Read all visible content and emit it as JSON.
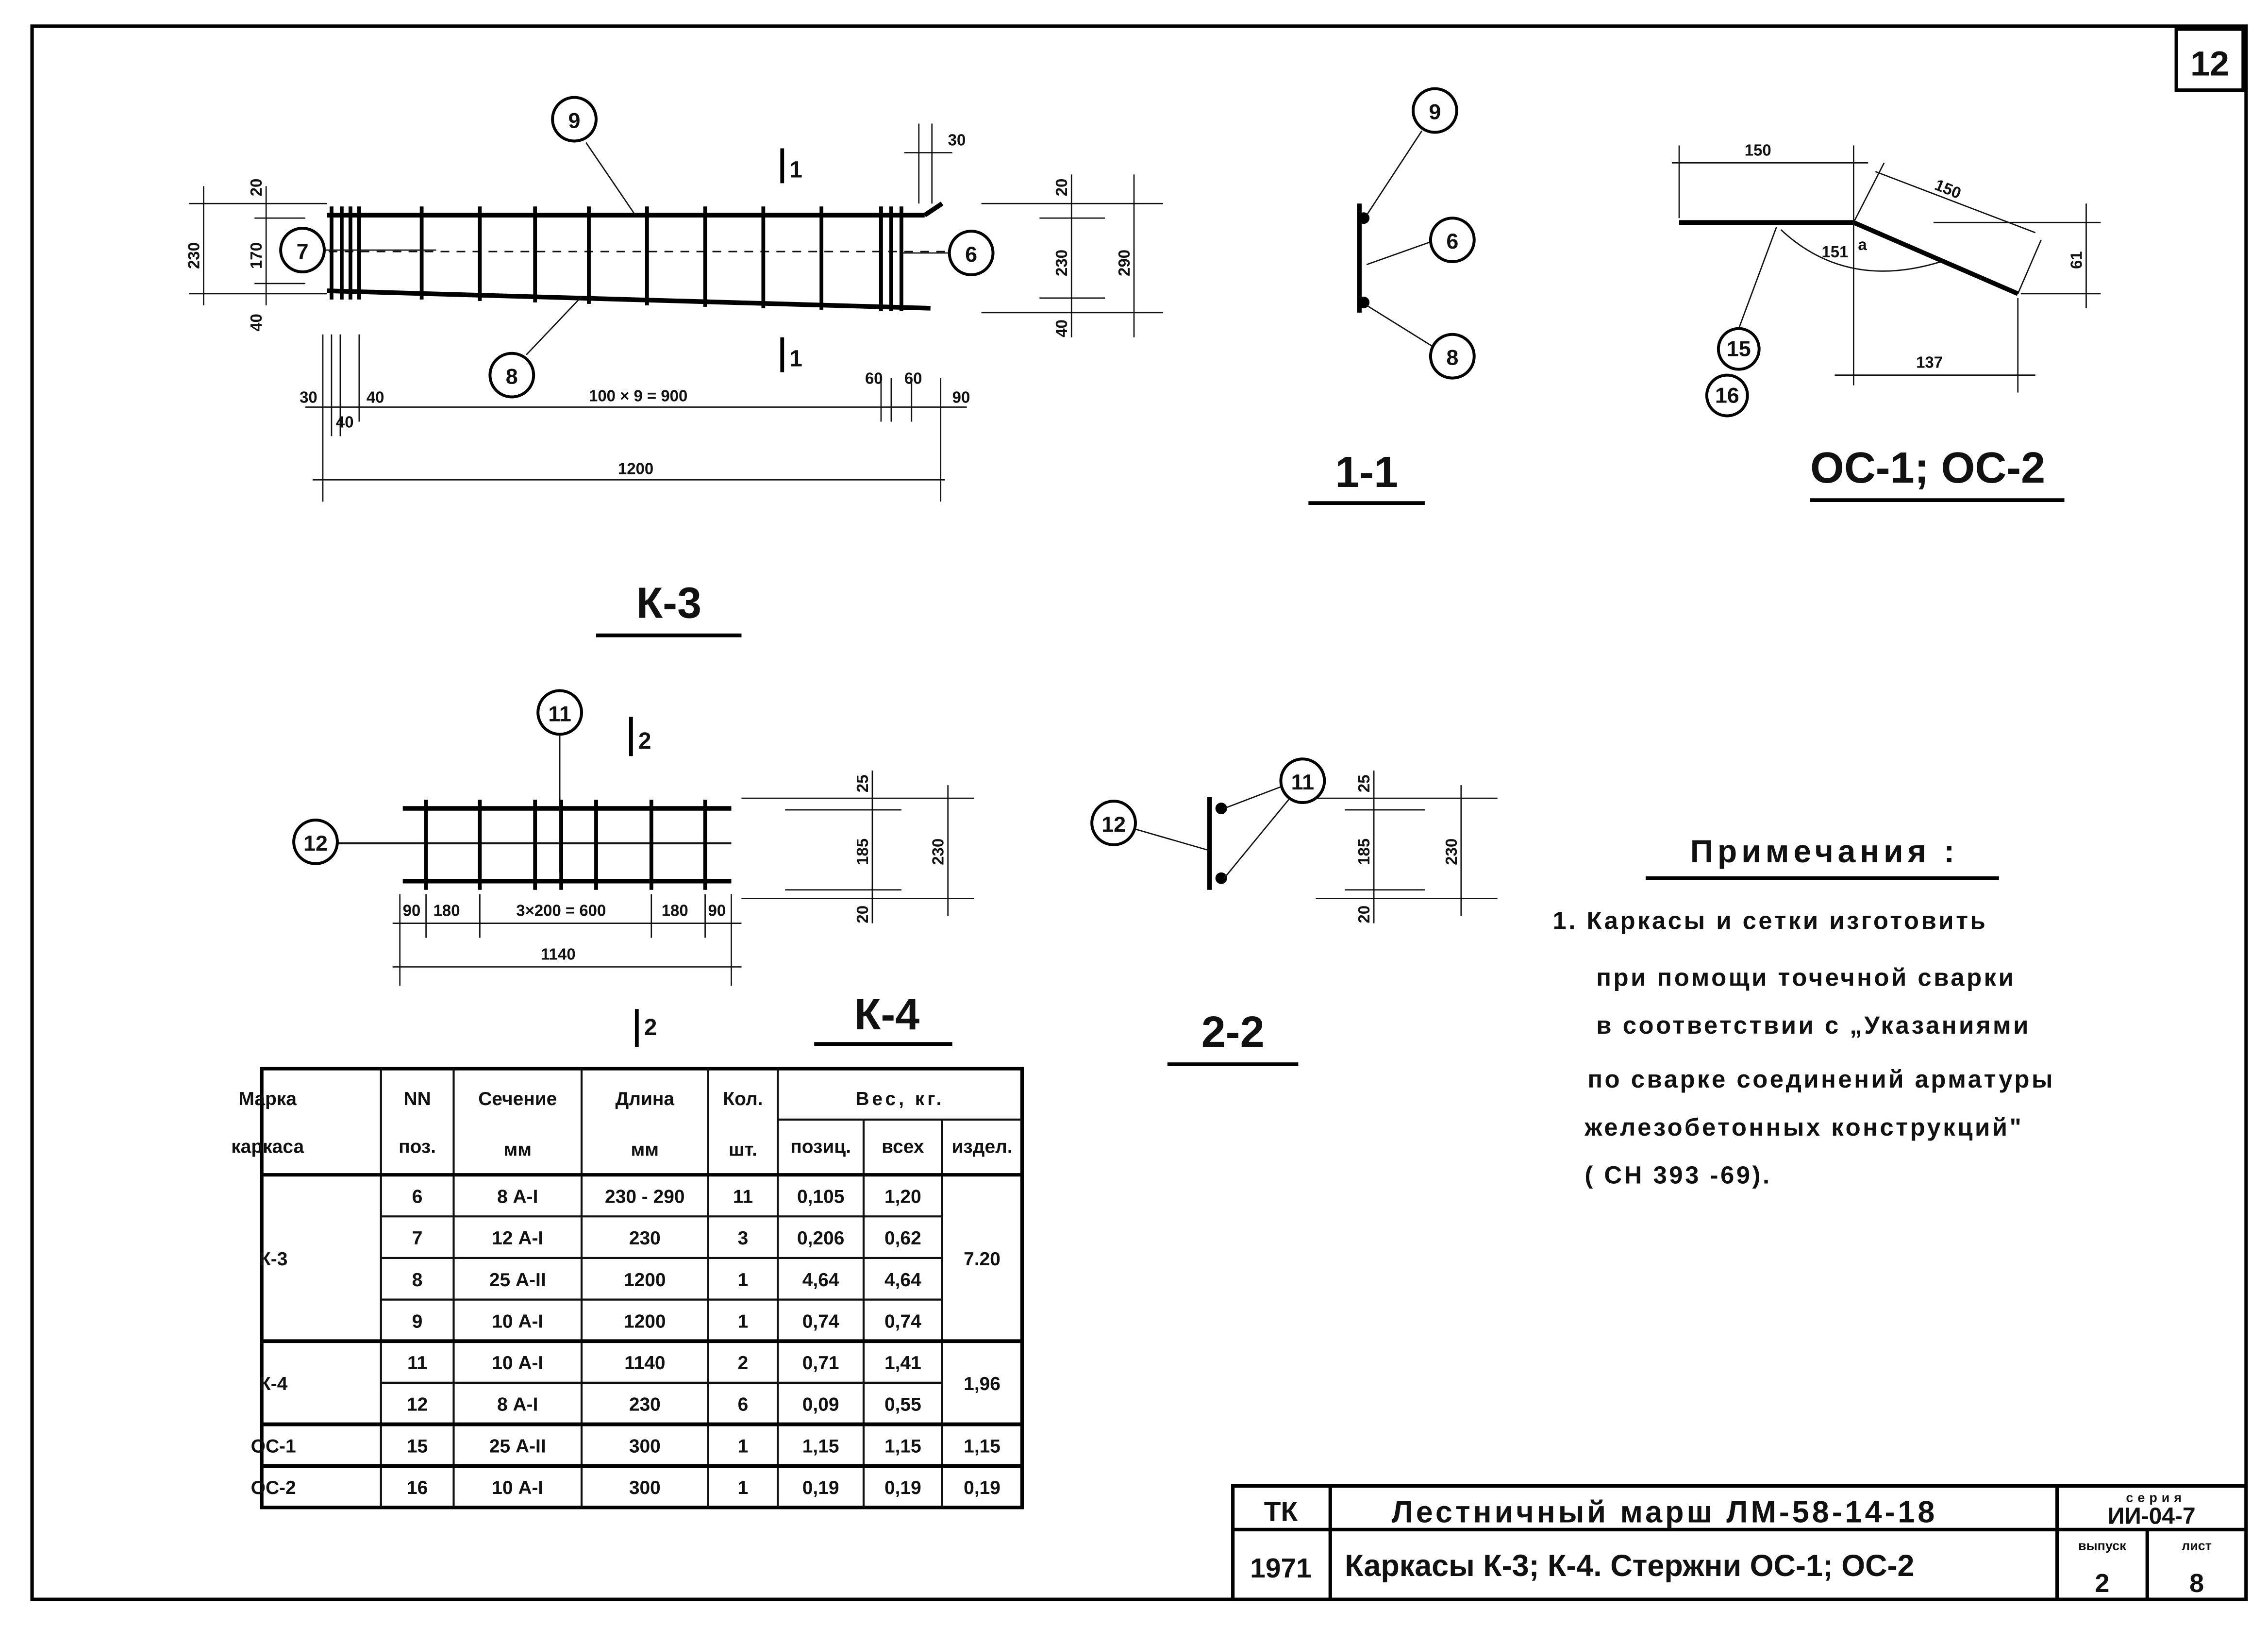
{
  "sheet_number": "12",
  "k3": {
    "title": "К-3",
    "bubbles": {
      "b9": "9",
      "b7": "7",
      "b6": "6",
      "b8": "8"
    },
    "section_mark": "1",
    "dims": {
      "d20": "20",
      "d230": "230",
      "d170": "170",
      "d40": "40",
      "d30top": "30",
      "d30": "30",
      "d40a": "40",
      "d40b": "40",
      "d900": "100 × 9 = 900",
      "d60a": "60",
      "d60b": "60",
      "d90": "90",
      "d1200": "1200",
      "r20": "20",
      "r230": "230",
      "r40": "40",
      "r290": "290"
    }
  },
  "sec11": {
    "title": "1-1",
    "bubbles": {
      "b9": "9",
      "b6": "6",
      "b8": "8"
    }
  },
  "oc": {
    "title": "ОС-1; ОС-2",
    "bubbles": {
      "b15": "15",
      "b16": "16"
    },
    "dims": {
      "d150a": "150",
      "d150b": "150",
      "d151": "151",
      "a": "a",
      "d61": "61",
      "d137": "137"
    }
  },
  "k4": {
    "title": "К-4",
    "section_mark": "2",
    "bubbles": {
      "b11": "11",
      "b12": "12"
    },
    "dims": {
      "d90a": "90",
      "d180a": "180",
      "d600": "3×200 = 600",
      "d180b": "180",
      "d90b": "90",
      "d1140": "1140",
      "r25": "25",
      "r185": "185",
      "r230": "230",
      "r20": "20"
    }
  },
  "sec22": {
    "title": "2-2",
    "bubbles": {
      "b12": "12",
      "b11": "11"
    },
    "dims": {
      "r25": "25",
      "r185": "185",
      "r230": "230",
      "r20": "20"
    }
  },
  "notes": {
    "title": "Примечания :",
    "lines": [
      "1. Каркасы и сетки изготовить",
      "при помощи точечной сварки",
      "в соответствии с „Указаниями",
      "по сварке соединений арматуры",
      "железобетонных конструкций\"",
      "( СН 393 -69)."
    ]
  },
  "table": {
    "headers": {
      "mark1": "Марка",
      "mark2": "каркаса",
      "pos1": "NN",
      "pos2": "поз.",
      "sec1": "Сечение",
      "sec2": "мм",
      "len1": "Длина",
      "len2": "мм",
      "qty1": "Кол.",
      "qty2": "шт.",
      "weight": "Вес, кг.",
      "w_pos": "позиц.",
      "w_all": "всех",
      "w_item": "издел."
    },
    "groups": [
      {
        "mark": "К-3",
        "item_weight": "7.20",
        "rows": [
          {
            "pos": "6",
            "section": "8 А-I",
            "length": "230 - 290",
            "qty": "11",
            "w_pos": "0,105",
            "w_all": "1,20"
          },
          {
            "pos": "7",
            "section": "12 А-I",
            "length": "230",
            "qty": "3",
            "w_pos": "0,206",
            "w_all": "0,62"
          },
          {
            "pos": "8",
            "section": "25 А-II",
            "length": "1200",
            "qty": "1",
            "w_pos": "4,64",
            "w_all": "4,64"
          },
          {
            "pos": "9",
            "section": "10 А-I",
            "length": "1200",
            "qty": "1",
            "w_pos": "0,74",
            "w_all": "0,74"
          }
        ]
      },
      {
        "mark": "К-4",
        "item_weight": "1,96",
        "rows": [
          {
            "pos": "11",
            "section": "10 А-I",
            "length": "1140",
            "qty": "2",
            "w_pos": "0,71",
            "w_all": "1,41"
          },
          {
            "pos": "12",
            "section": "8 А-I",
            "length": "230",
            "qty": "6",
            "w_pos": "0,09",
            "w_all": "0,55"
          }
        ]
      },
      {
        "mark": "ОС-1",
        "item_weight": "1,15",
        "rows": [
          {
            "pos": "15",
            "section": "25 А-II",
            "length": "300",
            "qty": "1",
            "w_pos": "1,15",
            "w_all": "1,15"
          }
        ]
      },
      {
        "mark": "ОС-2",
        "item_weight": "0,19",
        "rows": [
          {
            "pos": "16",
            "section": "10 А-I",
            "length": "300",
            "qty": "1",
            "w_pos": "0,19",
            "w_all": "0,19"
          }
        ]
      }
    ]
  },
  "title_block": {
    "org": "ТК",
    "year": "1971",
    "name": "Лестничный марш ЛМ-58-14-18",
    "subtitle": "Каркасы К-3; К-4. Стержни ОС-1; ОС-2",
    "series_label": "серия",
    "series": "ИИ-04-7",
    "issue_label": "выпуск",
    "issue": "2",
    "sheet_label": "лист",
    "sheet": "8"
  }
}
